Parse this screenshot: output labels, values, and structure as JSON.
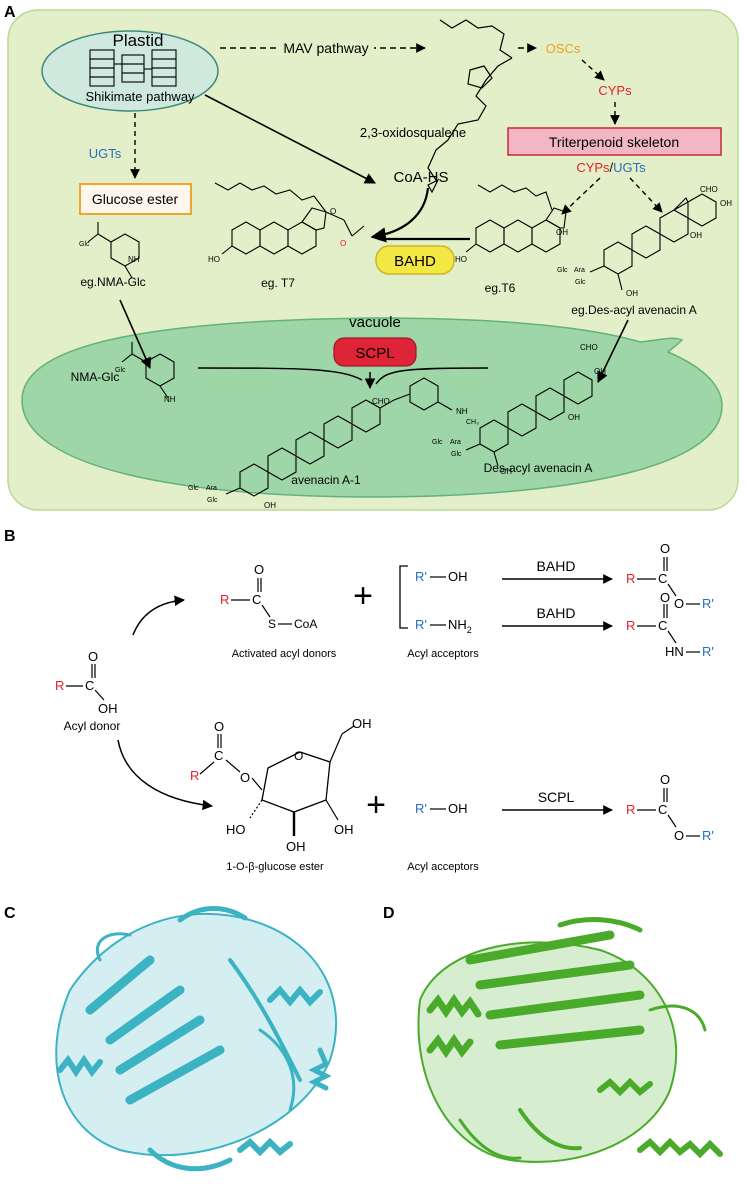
{
  "panels": {
    "a": {
      "label": "A"
    },
    "b": {
      "label": "B"
    },
    "c": {
      "label": "C"
    },
    "d": {
      "label": "D"
    }
  },
  "panel_a": {
    "plastid": "Plastid",
    "shikimate": "Shikimate pathway",
    "mav": "MAV pathway",
    "oxidosqualene": "2,3-oxidosqualene",
    "oscs": "OSCs",
    "cyps_top": "CYPs",
    "triterpenoid": "Triterpenoid skeleton",
    "cyps_mid": "CYPs",
    "slash": "/",
    "ugts_mid": "UGTs",
    "ugts_left": "UGTs",
    "glucose_ester": "Glucose ester",
    "coa_hs": "CoA-HS",
    "bahd": "BAHD",
    "eg_nma_glc": "eg.NMA-Glc",
    "eg_t7": "eg. T7",
    "eg_t6": "eg.T6",
    "eg_des_acyl": "eg.Des-acyl avenacin A",
    "vacuole": "vacuole",
    "scpl": "SCPL",
    "nma_glc": "NMA-Glc",
    "avenacin_a1": "avenacin A-1",
    "des_acyl": "Des-acyl avenacin A",
    "glc": "Glc",
    "ara": "Ara",
    "nh": "NH",
    "oh": "OH",
    "cho": "CHO",
    "ch3": "CH₃",
    "o": "O",
    "ho": "HO",
    "h": "H"
  },
  "panel_b": {
    "acyl_donor": "Acyl donor",
    "activated": "Activated acyl donors",
    "acceptors_1": "Acyl acceptors",
    "acceptors_2": "Acyl acceptors",
    "glucose_ester": "1-O-β-glucose ester",
    "bahd_1": "BAHD",
    "bahd_2": "BAHD",
    "scpl": "SCPL",
    "r": "R",
    "rp": "R'",
    "c": "C",
    "o": "O",
    "oh": "OH",
    "ho": "HO",
    "s": "S",
    "coa": "CoA",
    "nh2": "NH",
    "sub2": "2",
    "hn": "HN",
    "plus": "+"
  },
  "colors": {
    "cell_fill": "#e3efc8",
    "vacuole_fill": "#9ed6a8",
    "plastid_fill": "#cfe9df",
    "triterpenoid_fill": "#f2b6c4",
    "glucose_border": "#f29c1f",
    "bahd_fill": "#f3e843",
    "scpl_fill": "#e02437",
    "protein_c": "#3bb3c3",
    "protein_d": "#4aab2a",
    "red": "#e4212a",
    "blue": "#2a6fb9",
    "orange": "#f29c1f"
  }
}
